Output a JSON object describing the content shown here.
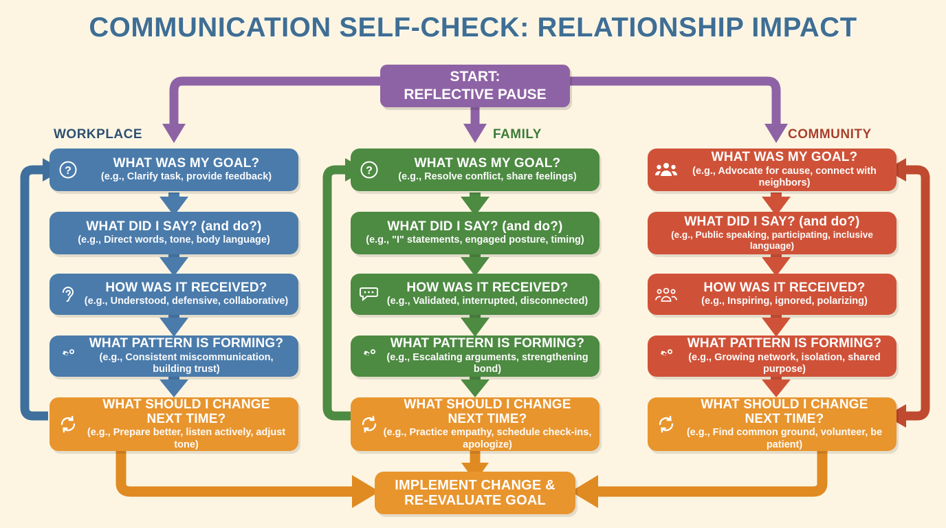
{
  "title": "COMMUNICATION SELF-CHECK: RELATIONSHIP IMPACT",
  "start": {
    "line1": "START:",
    "line2": "REFLECTIVE PAUSE",
    "color": "#8e63a5"
  },
  "columns": [
    {
      "header": "WORKPLACE",
      "header_color": "#2f4f6e",
      "color": "#4a7bab",
      "steps": [
        {
          "icon": "question-mark-circle-icon",
          "title": "WHAT WAS MY GOAL?",
          "example": "(e.g., Clarify task, provide feedback)"
        },
        {
          "icon": "none",
          "title": "WHAT DID I SAY? (and do?)",
          "example": "(e.g., Direct words, tone, body language)"
        },
        {
          "icon": "ear-icon",
          "title": "HOW WAS IT RECEIVED?",
          "example": "(e.g., Understood, defensive, collaborative)"
        },
        {
          "icon": "gears-icon",
          "title": "WHAT PATTERN IS FORMING?",
          "example": "(e.g., Consistent miscommunication, building trust)"
        }
      ],
      "change": {
        "icon": "refresh-cycle-icon",
        "title_line1": "WHAT SHOULD I CHANGE",
        "title_line2": "NEXT TIME?",
        "example": "(e.g., Prepare better, listen actively, adjust tone)",
        "color": "#e8952e"
      }
    },
    {
      "header": "FAMILY",
      "header_color": "#3d7a33",
      "color": "#4d8a42",
      "steps": [
        {
          "icon": "question-mark-circle-icon",
          "title": "WHAT WAS MY GOAL?",
          "example": "(e.g., Resolve conflict, share feelings)"
        },
        {
          "icon": "none",
          "title": "WHAT DID I SAY? (and do?)",
          "example": "(e.g., \"I\" statements, engaged posture, timing)"
        },
        {
          "icon": "speech-bubble-icon",
          "title": "HOW WAS IT RECEIVED?",
          "example": "(e.g., Validated, interrupted, disconnected)"
        },
        {
          "icon": "gears-icon",
          "title": "WHAT PATTERN IS FORMING?",
          "example": "(e.g., Escalating arguments, strengthening bond)"
        }
      ],
      "change": {
        "icon": "refresh-cycle-icon",
        "title_line1": "WHAT SHOULD I CHANGE",
        "title_line2": "NEXT TIME?",
        "example": "(e.g., Practice empathy, schedule check-ins, apologize)",
        "color": "#e8952e"
      }
    },
    {
      "header": "COMMUNITY",
      "header_color": "#a8402a",
      "color": "#cf5238",
      "steps": [
        {
          "icon": "people-group-icon",
          "title": "WHAT WAS MY GOAL?",
          "example": "(e.g., Advocate for cause, connect with neighbors)"
        },
        {
          "icon": "none",
          "title": "WHAT DID I SAY? (and do?)",
          "example": "(e.g., Public speaking, participating, inclusive language)"
        },
        {
          "icon": "crowd-icon",
          "title": "HOW WAS IT RECEIVED?",
          "example": "(e.g., Inspiring, ignored, polarizing)"
        },
        {
          "icon": "gears-icon",
          "title": "WHAT PATTERN IS FORMING?",
          "example": "(e.g., Growing network, isolation, shared purpose)"
        }
      ],
      "change": {
        "icon": "refresh-cycle-icon",
        "title_line1": "WHAT SHOULD I CHANGE",
        "title_line2": "NEXT TIME?",
        "example": "(e.g., Find common ground, volunteer, be patient)",
        "color": "#e8952e"
      }
    }
  ],
  "final": {
    "line1": "IMPLEMENT CHANGE &",
    "line2": "RE-EVALUATE GOAL",
    "color": "#e8952e"
  },
  "palette": {
    "background": "#fdf5e2",
    "title": "#3f6e94",
    "purple": "#8e63a5",
    "blue": "#4a7bab",
    "green": "#4d8a42",
    "red": "#cf5238",
    "orange": "#e8952e"
  }
}
